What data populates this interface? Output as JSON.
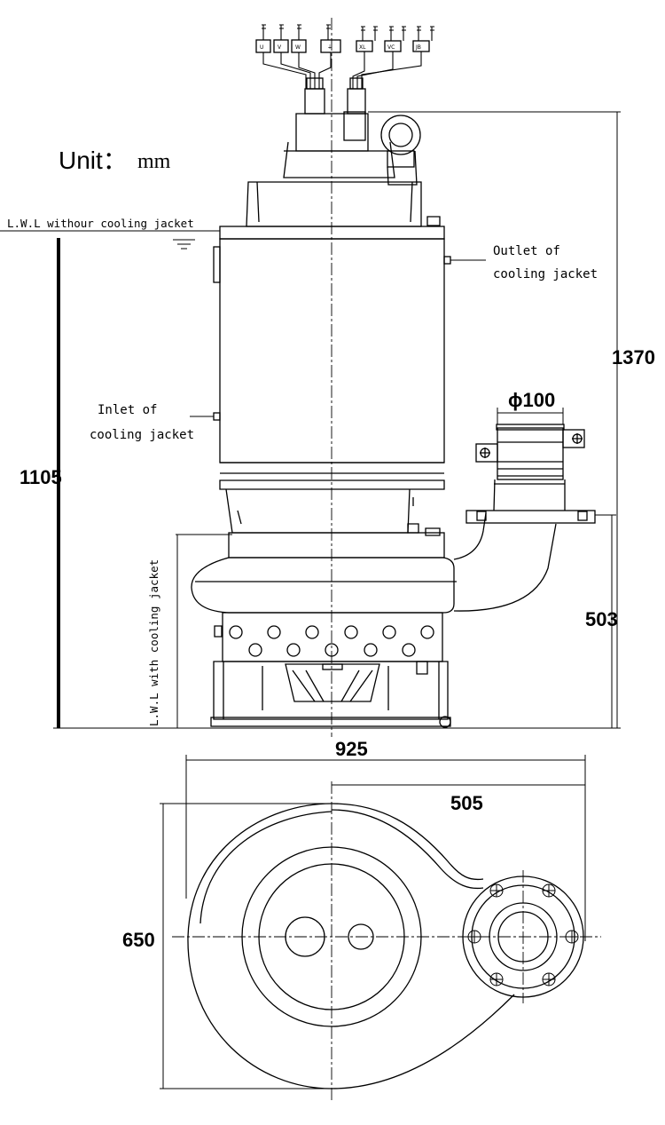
{
  "unit": {
    "label": "Unit：",
    "value": "mm"
  },
  "labels": {
    "lwl_without": "L.W.L withour cooling jacket",
    "outlet_line1": "Outlet of",
    "outlet_line2": "cooling jacket",
    "inlet_line1": "Inlet of",
    "inlet_line2": "cooling jacket",
    "lwl_with": "L.W.L with cooling jacket"
  },
  "dimensions": {
    "total_height": "1370",
    "lwl_height": "1105",
    "outlet_diameter": "ϕ100",
    "outlet_height": "503",
    "overall_length": "925",
    "outlet_offset": "505",
    "overall_width": "650"
  },
  "terminals": {
    "power": [
      "U",
      "V",
      "W",
      "⏚"
    ],
    "control": [
      "XL",
      "VC",
      "JB"
    ]
  }
}
